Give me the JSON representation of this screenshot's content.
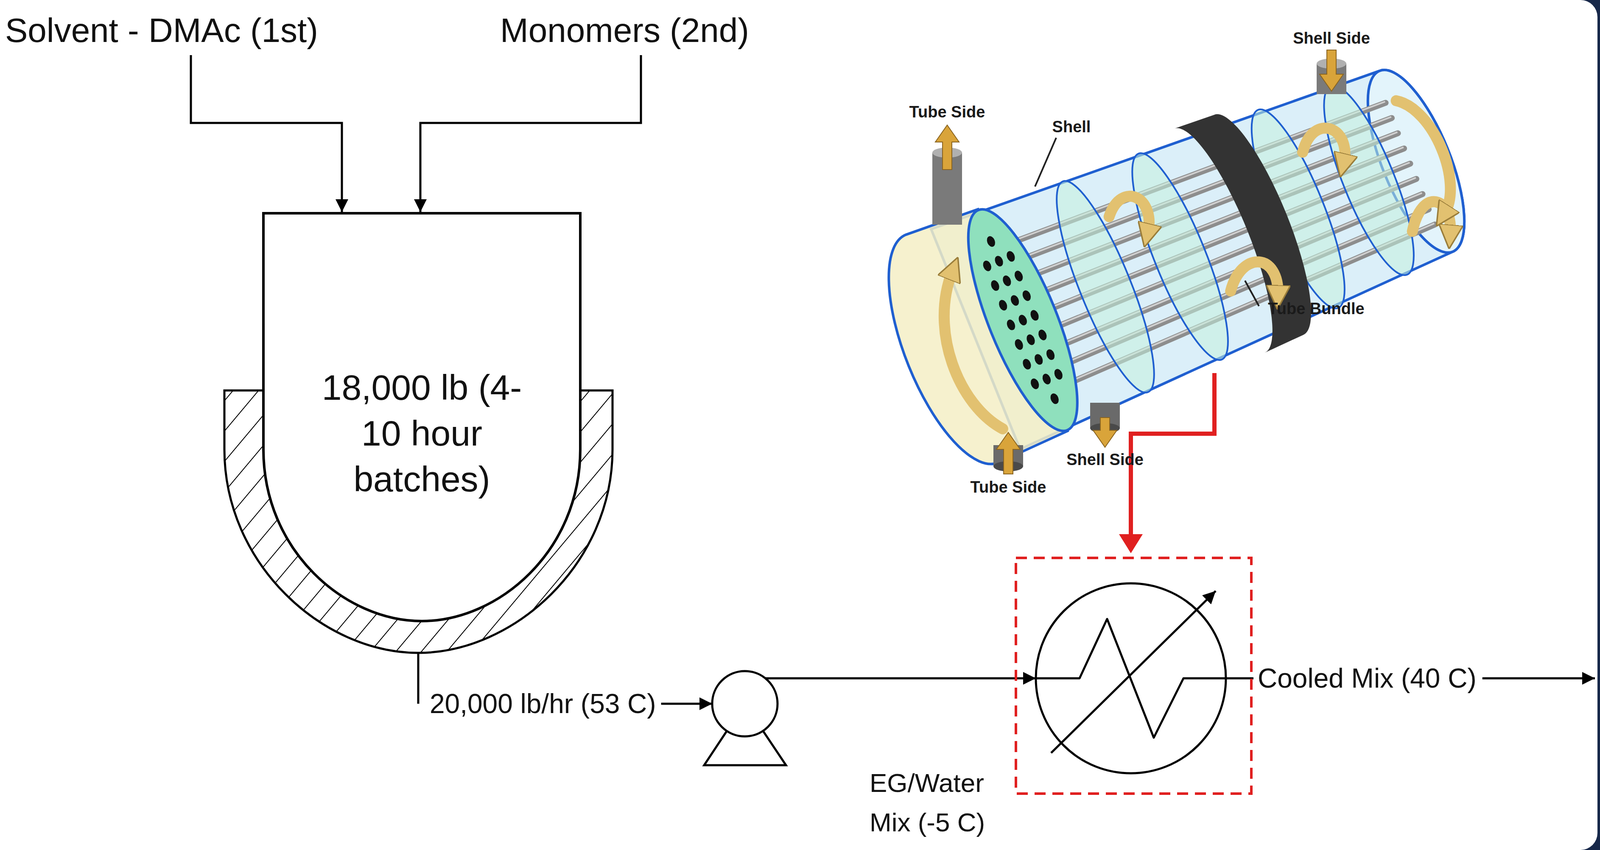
{
  "diagram": {
    "nodes": [
      {
        "text": [
          "Solvent - DMAc (1st)"
        ]
      },
      {
        "text": [
          "Monomers (2nd)"
        ]
      },
      {
        "text": [
          "18,000 lb (4-10 hour batches)"
        ]
      }
    ],
    "edges": [
      {
        "from": 0,
        "to": 2,
        "arrow": "to"
      },
      {
        "from": 1,
        "to": 2,
        "arrow": "to"
      }
    ],
    "labels": [
      "Shell Side",
      "Tube Side",
      "Shell",
      "Tube Bundle",
      "Shell Side",
      "Tube Side",
      "20,000 lb/hr (53 C)",
      "Cooled Mix (40 C)",
      "EG/Water Mix (-5 C)"
    ]
  }
}
